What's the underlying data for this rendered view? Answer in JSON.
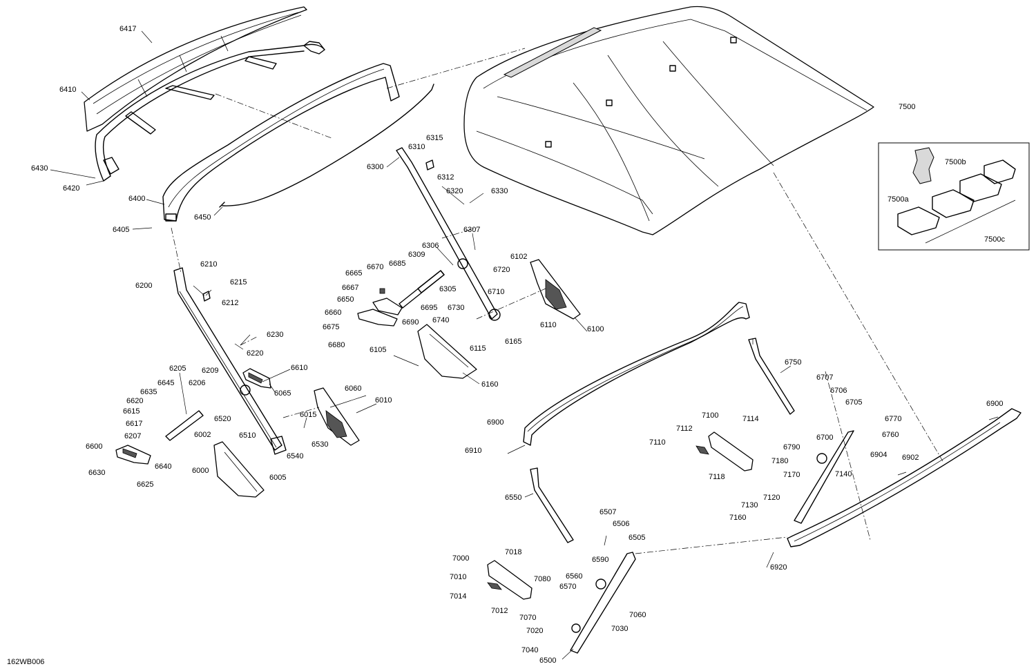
{
  "drawing_code": "162WB006",
  "callouts": {
    "c6417": "6417",
    "c6410": "6410",
    "c6430": "6430",
    "c6420": "6420",
    "c6400": "6400",
    "c6405": "6405",
    "c6450": "6450",
    "c6300": "6300",
    "c6310": "6310",
    "c6315": "6315",
    "c6312": "6312",
    "c6320": "6320",
    "c6330": "6330",
    "c6307": "6307",
    "c6306": "6306",
    "c6309": "6309",
    "c6305": "6305",
    "c6665": "6665",
    "c6670": "6670",
    "c6685": "6685",
    "c6667": "6667",
    "c6650": "6650",
    "c6660": "6660",
    "c6675": "6675",
    "c6680": "6680",
    "c6690": "6690",
    "c6695": "6695",
    "c6730": "6730",
    "c6740": "6740",
    "c6710": "6710",
    "c6720": "6720",
    "c6102": "6102",
    "c6110": "6110",
    "c6100": "6100",
    "c6165": "6165",
    "c6115": "6115",
    "c6105": "6105",
    "c6160": "6160",
    "c6210": "6210",
    "c6200": "6200",
    "c6215": "6215",
    "c6212": "6212",
    "c6230": "6230",
    "c6220": "6220",
    "c6205": "6205",
    "c6209": "6209",
    "c6206": "6206",
    "c6645": "6645",
    "c6635": "6635",
    "c6620": "6620",
    "c6615": "6615",
    "c6617": "6617",
    "c6207": "6207",
    "c6610": "6610",
    "c6065": "6065",
    "c6060": "6060",
    "c6010": "6010",
    "c6015": "6015",
    "c6520": "6520",
    "c6002": "6002",
    "c6510": "6510",
    "c6530": "6530",
    "c6540": "6540",
    "c6005": "6005",
    "c6000": "6000",
    "c6600": "6600",
    "c6640": "6640",
    "c6630": "6630",
    "c6625": "6625",
    "c7500": "7500",
    "c7500b": "7500b",
    "c7500a": "7500a",
    "c7500c": "7500c",
    "c6750": "6750",
    "c6707": "6707",
    "c6706": "6706",
    "c6705": "6705",
    "c6900a": "6900",
    "c6900b": "6900",
    "c6910": "6910",
    "c7100": "7100",
    "c7114": "7114",
    "c7112": "7112",
    "c7110": "7110",
    "c7118": "7118",
    "c6790": "6790",
    "c6700": "6700",
    "c6770": "6770",
    "c6760": "6760",
    "c6904": "6904",
    "c6902": "6902",
    "c7180": "7180",
    "c7170": "7170",
    "c7140": "7140",
    "c7120": "7120",
    "c7130": "7130",
    "c7160": "7160",
    "c6550": "6550",
    "c6507": "6507",
    "c6506": "6506",
    "c6505": "6505",
    "c6920": "6920",
    "c7000": "7000",
    "c7018": "7018",
    "c7010": "7010",
    "c7014": "7014",
    "c7012": "7012",
    "c7080": "7080",
    "c6590": "6590",
    "c6560": "6560",
    "c6570": "6570",
    "c7070": "7070",
    "c7060": "7060",
    "c7020": "7020",
    "c7030": "7030",
    "c7040": "7040",
    "c6500": "6500"
  }
}
